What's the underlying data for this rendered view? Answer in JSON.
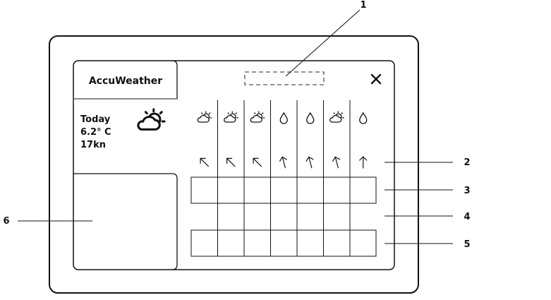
{
  "widget": {
    "brand": "AccuWeather",
    "today_label": "Today",
    "temperature": "6.2° C",
    "wind": "17kn",
    "close_icon": "close-icon",
    "current_icon": "partly-sunny-icon"
  },
  "forecast": {
    "icons": [
      "partly-sunny-icon",
      "partly-sunny-icon",
      "partly-sunny-icon",
      "raindrop-icon",
      "raindrop-icon",
      "partly-sunny-icon",
      "raindrop-icon"
    ],
    "wind_direction_deg": [
      315,
      315,
      315,
      345,
      345,
      345,
      0
    ]
  },
  "callouts": [
    "1",
    "2",
    "3",
    "4",
    "5",
    "6"
  ]
}
